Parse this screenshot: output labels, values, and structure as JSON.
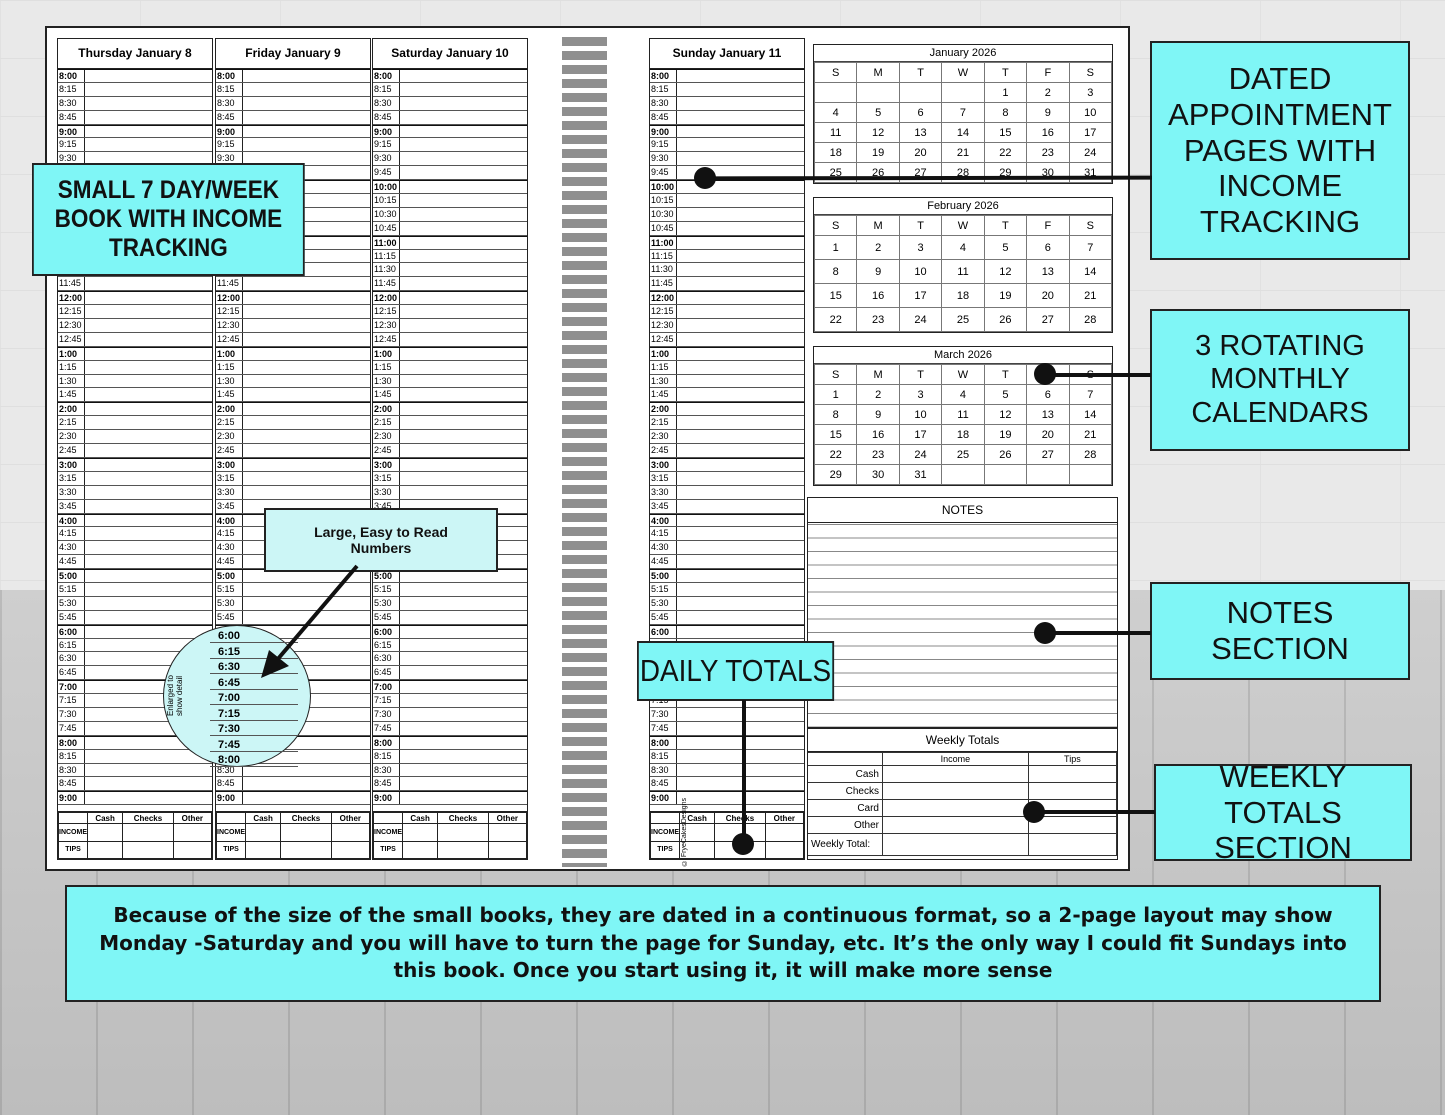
{
  "days": [
    {
      "title": "Thursday January 8"
    },
    {
      "title": "Friday January 9"
    },
    {
      "title": "Saturday January 10"
    },
    {
      "title": "Sunday January 11"
    }
  ],
  "time_slots": [
    "8:00",
    "8:15",
    "8:30",
    "8:45",
    "9:00",
    "9:15",
    "9:30",
    "9:45",
    "10:00",
    "10:15",
    "10:30",
    "10:45",
    "11:00",
    "11:15",
    "11:30",
    "11:45",
    "12:00",
    "12:15",
    "12:30",
    "12:45",
    "1:00",
    "1:15",
    "1:30",
    "1:45",
    "2:00",
    "2:15",
    "2:30",
    "2:45",
    "3:00",
    "3:15",
    "3:30",
    "3:45",
    "4:00",
    "4:15",
    "4:30",
    "4:45",
    "5:00",
    "5:15",
    "5:30",
    "5:45",
    "6:00",
    "6:15",
    "6:30",
    "6:45",
    "7:00",
    "7:15",
    "7:30",
    "7:45",
    "8:00",
    "8:15",
    "8:30",
    "8:45",
    "9:00"
  ],
  "income_table": {
    "cols": [
      "Cash",
      "Checks",
      "Other"
    ],
    "rows": [
      "INCOME",
      "TIPS"
    ]
  },
  "calendars": [
    {
      "title": "January 2026",
      "weekdays": [
        "S",
        "M",
        "T",
        "W",
        "T",
        "F",
        "S"
      ],
      "weeks": [
        [
          "",
          "",
          "",
          "",
          "1",
          "2",
          "3"
        ],
        [
          "4",
          "5",
          "6",
          "7",
          "8",
          "9",
          "10"
        ],
        [
          "11",
          "12",
          "13",
          "14",
          "15",
          "16",
          "17"
        ],
        [
          "18",
          "19",
          "20",
          "21",
          "22",
          "23",
          "24"
        ],
        [
          "25",
          "26",
          "27",
          "28",
          "29",
          "30",
          "31"
        ]
      ]
    },
    {
      "title": "February 2026",
      "weekdays": [
        "S",
        "M",
        "T",
        "W",
        "T",
        "F",
        "S"
      ],
      "weeks": [
        [
          "1",
          "2",
          "3",
          "4",
          "5",
          "6",
          "7"
        ],
        [
          "8",
          "9",
          "10",
          "11",
          "12",
          "13",
          "14"
        ],
        [
          "15",
          "16",
          "17",
          "18",
          "19",
          "20",
          "21"
        ],
        [
          "22",
          "23",
          "24",
          "25",
          "26",
          "27",
          "28"
        ]
      ]
    },
    {
      "title": "March 2026",
      "weekdays": [
        "S",
        "M",
        "T",
        "W",
        "T",
        "F",
        "S"
      ],
      "weeks": [
        [
          "1",
          "2",
          "3",
          "4",
          "5",
          "6",
          "7"
        ],
        [
          "8",
          "9",
          "10",
          "11",
          "12",
          "13",
          "14"
        ],
        [
          "15",
          "16",
          "17",
          "18",
          "19",
          "20",
          "21"
        ],
        [
          "22",
          "23",
          "24",
          "25",
          "26",
          "27",
          "28"
        ],
        [
          "29",
          "30",
          "31",
          "",
          "",
          "",
          ""
        ]
      ]
    }
  ],
  "notes": {
    "title": "NOTES"
  },
  "weekly_totals": {
    "title": "Weekly Totals",
    "cols": [
      "Income",
      "Tips"
    ],
    "rows": [
      "Cash",
      "Checks",
      "Card",
      "Other"
    ],
    "total_label": "Weekly Total:"
  },
  "magnifier": {
    "note": "Enlarged to show detail",
    "times": [
      "6:00",
      "6:15",
      "6:30",
      "6:45",
      "7:00",
      "7:15",
      "7:30",
      "7:45",
      "8:00"
    ]
  },
  "copyright": "© FryeCakesDesigns",
  "callouts": {
    "small_book": "SMALL 7 DAY/WEEK BOOK WITH INCOME TRACKING",
    "large_numbers": "Large,  Easy to Read Numbers",
    "dated_pages": "DATED APPOINTMENT PAGES WITH INCOME TRACKING",
    "rotating": "3 ROTATING MONTHLY CALENDARS",
    "notes": "NOTES SECTION",
    "daily": "DAILY TOTALS",
    "weekly": "WEEKLY TOTALS SECTION"
  },
  "footer": "Because of the size of the small books, they are dated in a continuous format, so a 2-page layout may show Monday -Saturday and you will have to turn the page for Sunday, etc. It’s the only way I could fit Sundays into this book. Once you start using it, it will make more sense",
  "colors": {
    "callout_bg": "#7ff6f6",
    "magnifier_bg": "#ccf6f6"
  }
}
